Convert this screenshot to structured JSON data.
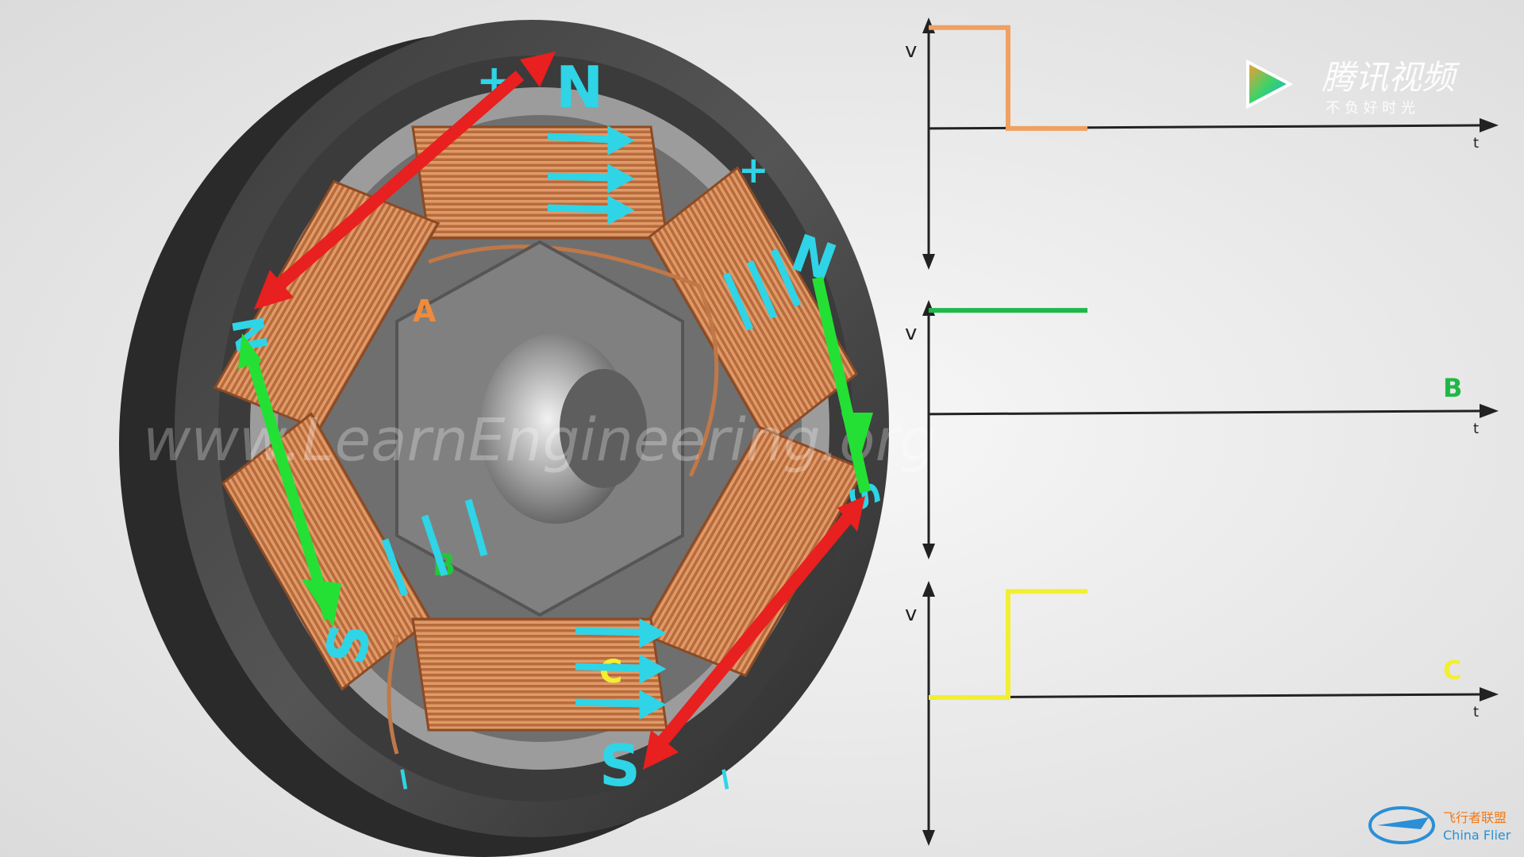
{
  "video_logo": {
    "brand": "腾讯视频",
    "slogan": "不 负 好 时 光"
  },
  "watermark_site": "www.LearnEngineering.org",
  "corner_logo": {
    "cn": "飞行者联盟",
    "en": "China Flier"
  },
  "motor": {
    "coil_labels": [
      "A",
      "B",
      "C"
    ],
    "pole_labels": {
      "top": "N",
      "right_upper": "N",
      "left": "N",
      "right_lower": "S",
      "bottom_left": "S",
      "bottom": "S"
    },
    "terminal_marks": [
      "+",
      "+",
      "−",
      "−",
      "−"
    ],
    "colors": {
      "coil_A_arrow": "#e8201f",
      "coil_B_arrow": "#24e034",
      "coil_C_arrow": "#e8201f",
      "flux_arrows": "#2fd4e6",
      "copper": "#c98050"
    }
  },
  "chart_data": [
    {
      "type": "line",
      "id": "phase-A",
      "ylabel": "v",
      "xlabel": "t",
      "series_label": "",
      "color": "#f0a060",
      "x": [
        0,
        1.0,
        1.0,
        2.0
      ],
      "y": [
        1,
        1,
        0,
        0
      ],
      "xlim": [
        0,
        6.5
      ],
      "ylim": [
        -1.4,
        1.1
      ]
    },
    {
      "type": "line",
      "id": "phase-B",
      "ylabel": "v",
      "xlabel": "t",
      "series_label": "B",
      "color": "#1fb848",
      "x": [
        0,
        2.0
      ],
      "y": [
        1,
        1
      ],
      "xlim": [
        0,
        6.5
      ],
      "ylim": [
        -1.4,
        1.1
      ]
    },
    {
      "type": "line",
      "id": "phase-C",
      "ylabel": "v",
      "xlabel": "t",
      "series_label": "C",
      "color": "#f2ef32",
      "x": [
        0,
        1.0,
        1.0,
        2.0
      ],
      "y": [
        0,
        0,
        1,
        1
      ],
      "xlim": [
        0,
        6.5
      ],
      "ylim": [
        -1.4,
        1.1
      ]
    }
  ]
}
